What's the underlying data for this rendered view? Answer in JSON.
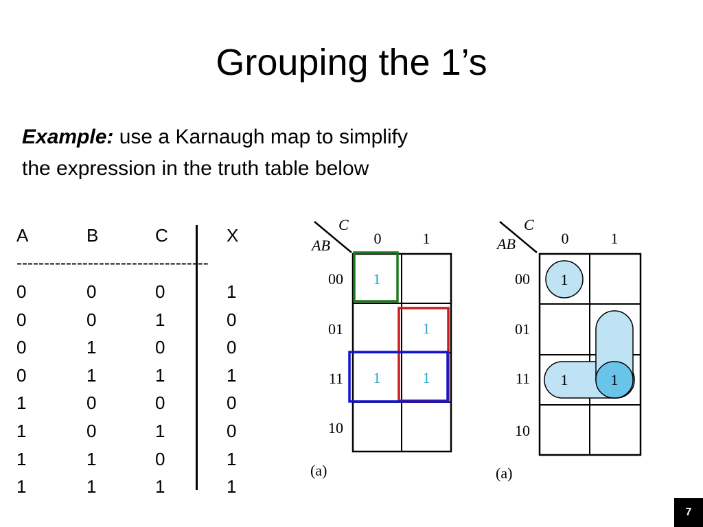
{
  "slide": {
    "title": "Grouping the 1’s",
    "example_label": "Example:",
    "example_line1": " use a Karnaugh map to simplify",
    "example_line2": "the expression in the truth table below",
    "page_number": "7"
  },
  "truth_table": {
    "headers": [
      "A",
      "B",
      "C",
      "X"
    ],
    "separator": "-----------------------------------",
    "rows": [
      [
        "0",
        "0",
        "0",
        "1"
      ],
      [
        "0",
        "0",
        "1",
        "0"
      ],
      [
        "0",
        "1",
        "0",
        "0"
      ],
      [
        "0",
        "1",
        "1",
        "1"
      ],
      [
        "1",
        "0",
        "0",
        "0"
      ],
      [
        "1",
        "0",
        "1",
        "0"
      ],
      [
        "1",
        "1",
        "0",
        "1"
      ],
      [
        "1",
        "1",
        "1",
        "1"
      ]
    ]
  },
  "kmap_left": {
    "row_var": "AB",
    "col_var": "C",
    "col_labels": [
      "0",
      "1"
    ],
    "row_labels": [
      "00",
      "01",
      "11",
      "10"
    ],
    "cells": [
      [
        "1",
        ""
      ],
      [
        "",
        "1"
      ],
      [
        "1",
        "1"
      ],
      [
        "",
        ""
      ]
    ],
    "caption": "(a)",
    "colors": {
      "group_single": "#1e7a1e",
      "group_vertical": "#c81e1e",
      "group_horizontal": "#1414d2",
      "ones": "#2aa3c6"
    }
  },
  "kmap_right": {
    "row_var": "AB",
    "col_var": "C",
    "col_labels": [
      "0",
      "1"
    ],
    "row_labels": [
      "00",
      "01",
      "11",
      "10"
    ],
    "cells": [
      [
        "1",
        ""
      ],
      [
        "",
        ""
      ],
      [
        "1",
        "1"
      ],
      [
        "",
        ""
      ]
    ],
    "caption": "(a)",
    "colors": {
      "group_fill": "#bfe3f4",
      "overlap_fill": "#6ac4ea"
    }
  }
}
